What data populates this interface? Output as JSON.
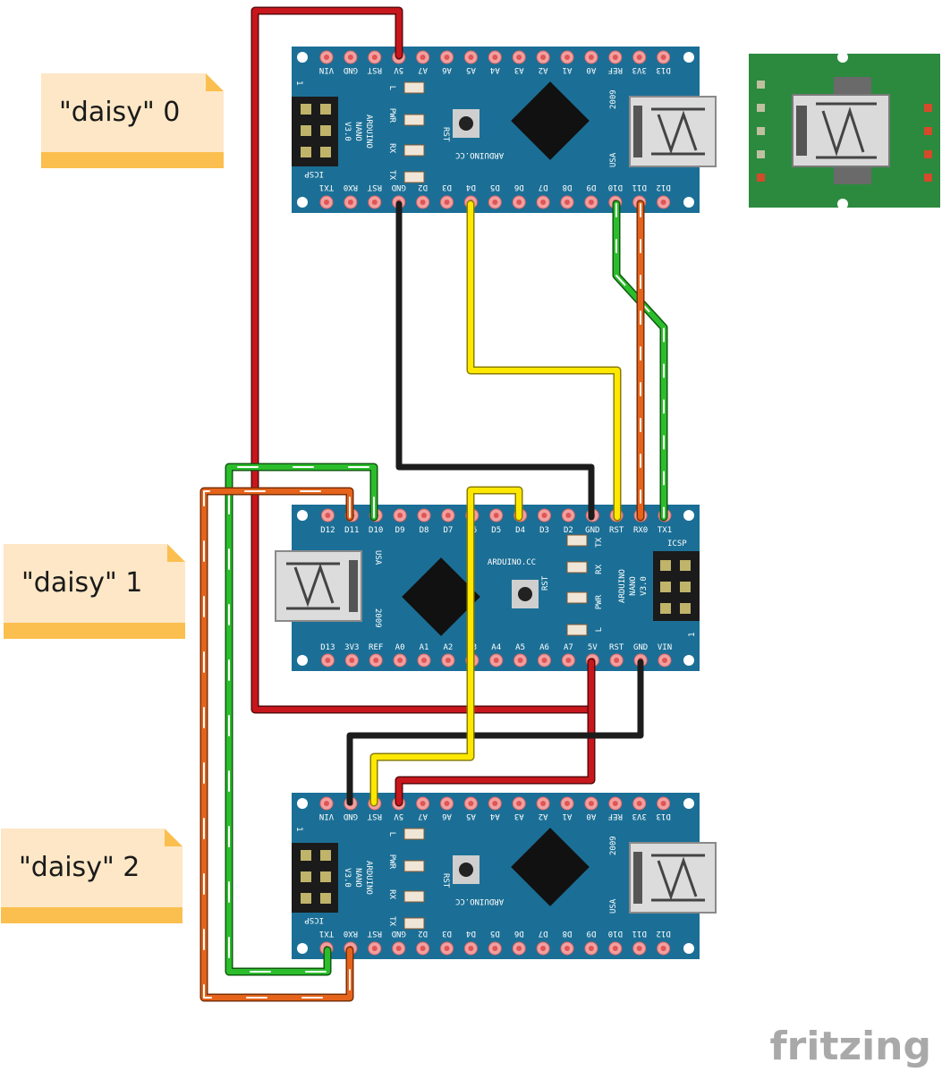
{
  "notes": [
    {
      "label": "\"daisy\" 0"
    },
    {
      "label": "\"daisy\" 1"
    },
    {
      "label": "\"daisy\" 2"
    }
  ],
  "boards": {
    "top_pins": [
      "D13",
      "3V3",
      "REF",
      "A0",
      "A1",
      "A2",
      "A3",
      "A4",
      "A5",
      "A6",
      "A7",
      "5V",
      "RST",
      "GND",
      "VIN"
    ],
    "bottom_pins": [
      "D12",
      "D11",
      "D10",
      "D9",
      "D8",
      "D7",
      "D6",
      "D5",
      "D4",
      "D3",
      "D2",
      "GND",
      "RST",
      "RX0",
      "TX1"
    ],
    "brand_lines": [
      "ARDUINO",
      "NANO",
      "V3.0"
    ],
    "site": "ARDUINO.CC",
    "year": "2009",
    "country": "USA",
    "icsp": "ICSP",
    "rst_button": "RST",
    "leds": [
      "L",
      "PWR",
      "RX",
      "TX"
    ],
    "header_num": "1"
  },
  "logo": {
    "text": "fritzing"
  },
  "colors": {
    "board": "#1b6f96",
    "wire_red": "#c8161d",
    "wire_black": "#1c1c1c",
    "wire_yellow": "#ffe800",
    "wire_green": "#2cbd2c",
    "wire_orange": "#e5631a",
    "note_fill": "#fde7c6",
    "note_band": "#fbbf4f"
  }
}
